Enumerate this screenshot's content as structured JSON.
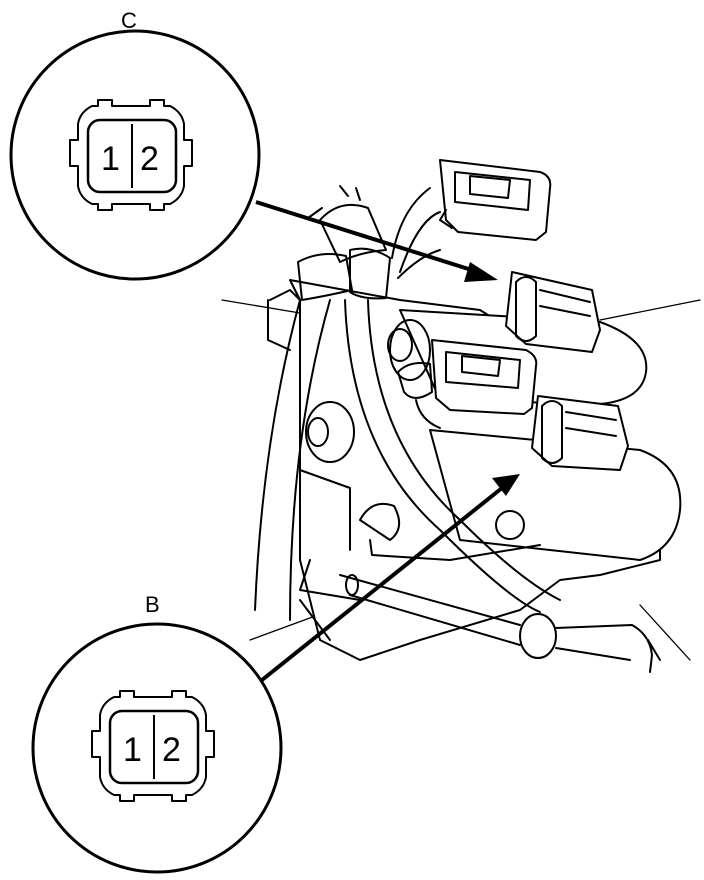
{
  "callouts": {
    "c": {
      "label": "C",
      "pin1": "1",
      "pin2": "2"
    },
    "b": {
      "label": "B",
      "pin1": "1",
      "pin2": "2"
    }
  },
  "colors": {
    "ink": "#000000",
    "paper": "#ffffff"
  }
}
